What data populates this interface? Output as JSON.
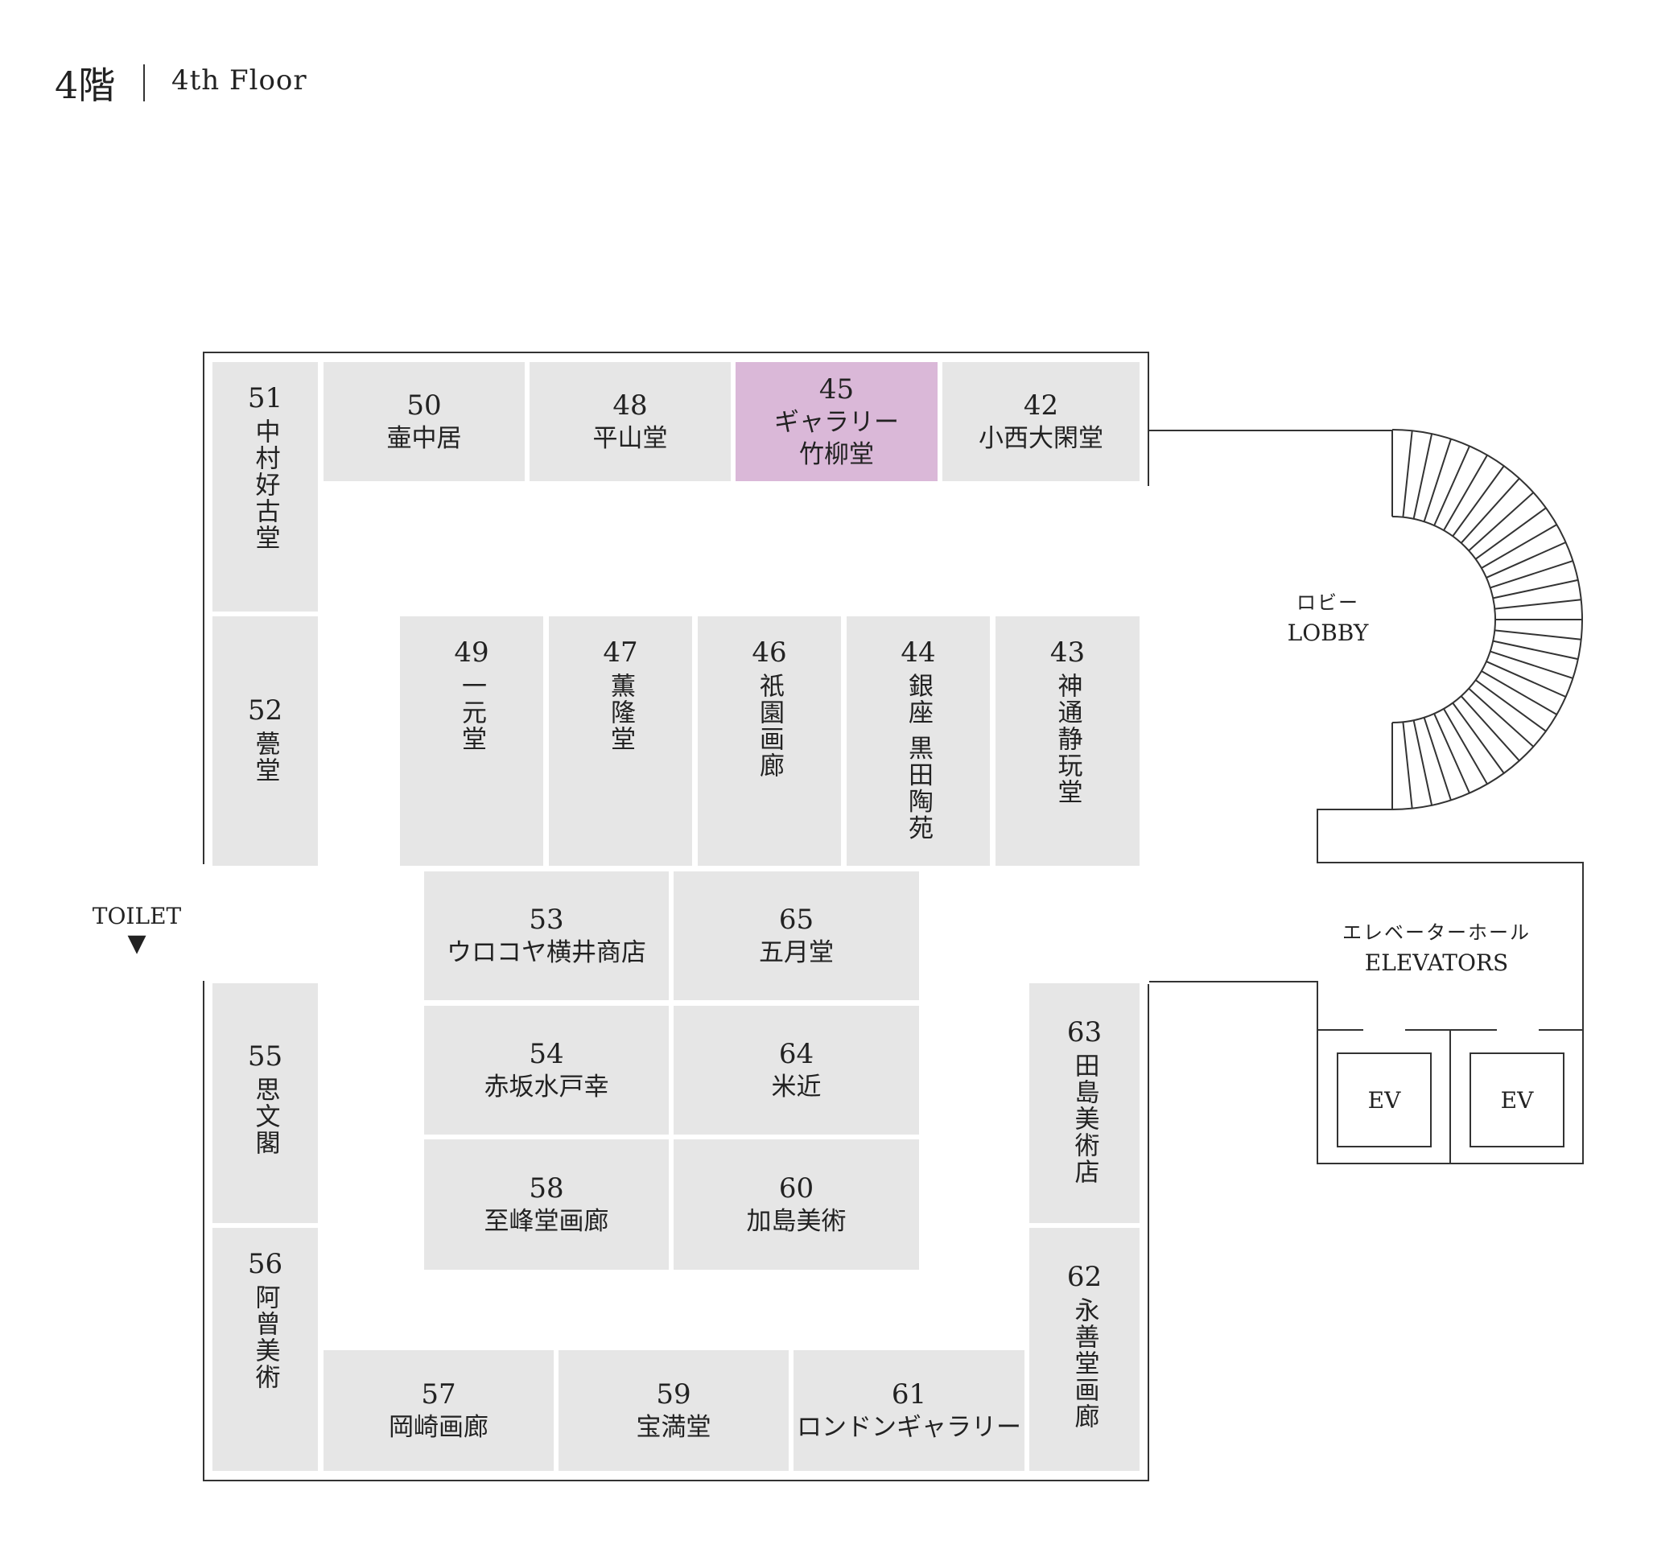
{
  "title": {
    "jp": "4階",
    "en": "4th Floor"
  },
  "labels": {
    "lobby_jp": "ロビー",
    "lobby_en": "LOBBY",
    "elevators_jp": "エレベーターホール",
    "elevators_en": "ELEVATORS",
    "toilet": "TOILET",
    "toilet_arrow": "▼",
    "ev1": "EV",
    "ev2": "EV"
  },
  "colors": {
    "booth": "#e6e6e6",
    "highlight": "#dab8d8",
    "line": "#333333"
  },
  "booths": {
    "b51": {
      "num": "51",
      "name": "中村好古堂"
    },
    "b50": {
      "num": "50",
      "name": "壷中居"
    },
    "b48": {
      "num": "48",
      "name": "平山堂"
    },
    "b45": {
      "num": "45",
      "name1": "ギャラリー",
      "name2": "竹柳堂",
      "highlighted": true
    },
    "b42": {
      "num": "42",
      "name": "小西大閑堂"
    },
    "b52": {
      "num": "52",
      "name": "甍堂"
    },
    "b49": {
      "num": "49",
      "name": "一元堂"
    },
    "b47": {
      "num": "47",
      "name": "薫隆堂"
    },
    "b46": {
      "num": "46",
      "name": "祇園画廊"
    },
    "b44": {
      "num": "44",
      "name": "銀座 黒田陶苑"
    },
    "b43": {
      "num": "43",
      "name": "神通静玩堂"
    },
    "b53": {
      "num": "53",
      "name": "ウロコヤ横井商店"
    },
    "b65": {
      "num": "65",
      "name": "五月堂"
    },
    "b54": {
      "num": "54",
      "name": "赤坂水戸幸"
    },
    "b64": {
      "num": "64",
      "name": "米近"
    },
    "b58": {
      "num": "58",
      "name": "至峰堂画廊"
    },
    "b60": {
      "num": "60",
      "name": "加島美術"
    },
    "b55": {
      "num": "55",
      "name": "思文閣"
    },
    "b63": {
      "num": "63",
      "name": "田島美術店"
    },
    "b56": {
      "num": "56",
      "name": "阿曾美術"
    },
    "b62": {
      "num": "62",
      "name": "永善堂画廊"
    },
    "b57": {
      "num": "57",
      "name": "岡崎画廊"
    },
    "b59": {
      "num": "59",
      "name": "宝満堂"
    },
    "b61": {
      "num": "61",
      "name": "ロンドンギャラリー"
    }
  }
}
